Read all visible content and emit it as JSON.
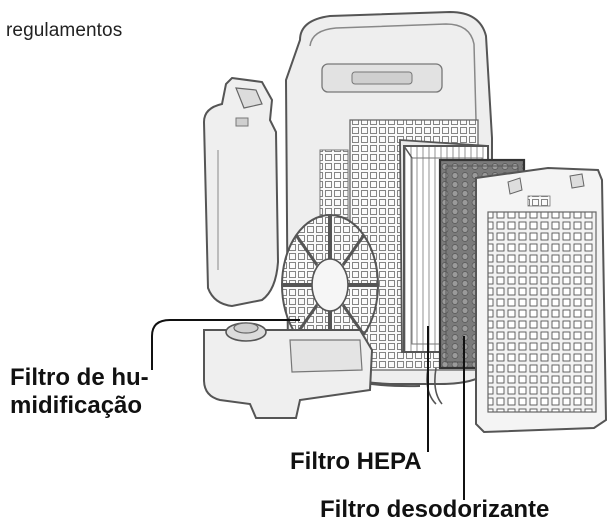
{
  "header": {
    "intro_text": "regulamentos"
  },
  "labels": {
    "humidification_filter": "Filtro de hu-\nmidificação",
    "hepa_filter": "Filtro HEPA",
    "deodorizing_filter": "Filtro desodorizante"
  },
  "colors": {
    "outline": "#555555",
    "body_fill": "#eeeeee",
    "deodorizer_fill": "#7a7a7a",
    "leader_line": "#111111"
  }
}
